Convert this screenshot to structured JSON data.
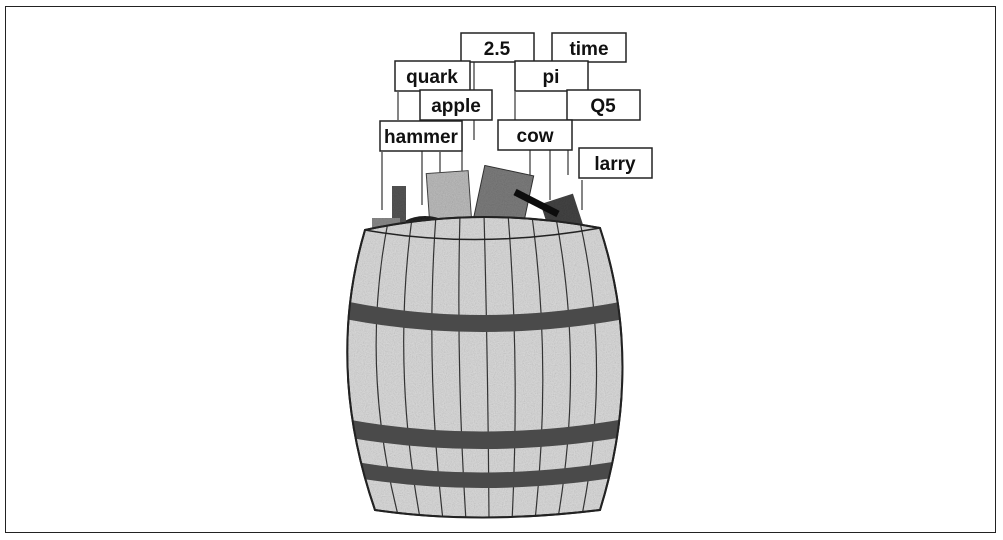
{
  "labels": {
    "num_2_5": "2.5",
    "time": "time",
    "quark": "quark",
    "pi": "pi",
    "apple": "apple",
    "q5": "Q5",
    "hammer": "hammer",
    "cow": "cow",
    "larry": "larry"
  },
  "colors": {
    "ink": "#222222",
    "barrel_wood": "#dcdcdc",
    "barrel_band": "#4a4a4a",
    "paper": "#ffffff"
  }
}
